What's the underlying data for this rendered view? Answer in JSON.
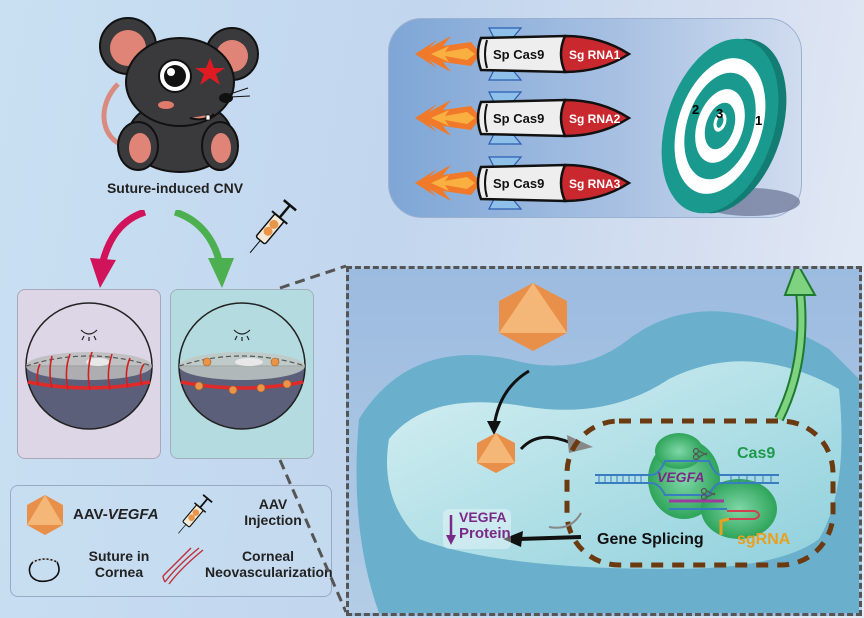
{
  "mouse": {
    "caption": "Suture-induced CNV"
  },
  "rockets": [
    {
      "payload": "Sp Cas9",
      "warhead": "Sg RNA1"
    },
    {
      "payload": "Sp Cas9",
      "warhead": "Sg RNA2"
    },
    {
      "payload": "Sp Cas9",
      "warhead": "Sg RNA3"
    }
  ],
  "target": {
    "ring_labels": [
      "1",
      "2",
      "3"
    ]
  },
  "cell": {
    "cas9_label": "Cas9",
    "gene_label": "VEGFA",
    "sgrna_label": "sgRNA",
    "process_label": "Gene Splicing",
    "output_line1": "VEGFA",
    "output_line2": "Protein"
  },
  "legend": {
    "items": [
      {
        "icon": "aav-capsid-icon",
        "label": "AAV-",
        "label_italic": "VEGFA"
      },
      {
        "icon": "syringe-icon",
        "label_line1": "AAV",
        "label_line2": "Injection"
      },
      {
        "icon": "suture-loop-icon",
        "label_line1": "Suture in",
        "label_line2": "Cornea"
      },
      {
        "icon": "vessels-icon",
        "label_line1": "Corneal",
        "label_line2": "Neovascularization"
      }
    ]
  },
  "colors": {
    "cas9_green": "#1e9a4a",
    "vegfa_purple": "#7a2a86",
    "sgrna_orange": "#e8a020",
    "target_teal": "#1a9a8e",
    "warhead_red": "#c8282e",
    "untreated_arrow": "#d0135a",
    "treated_arrow": "#4caf50",
    "nucleus_border": "#6b3a10"
  }
}
